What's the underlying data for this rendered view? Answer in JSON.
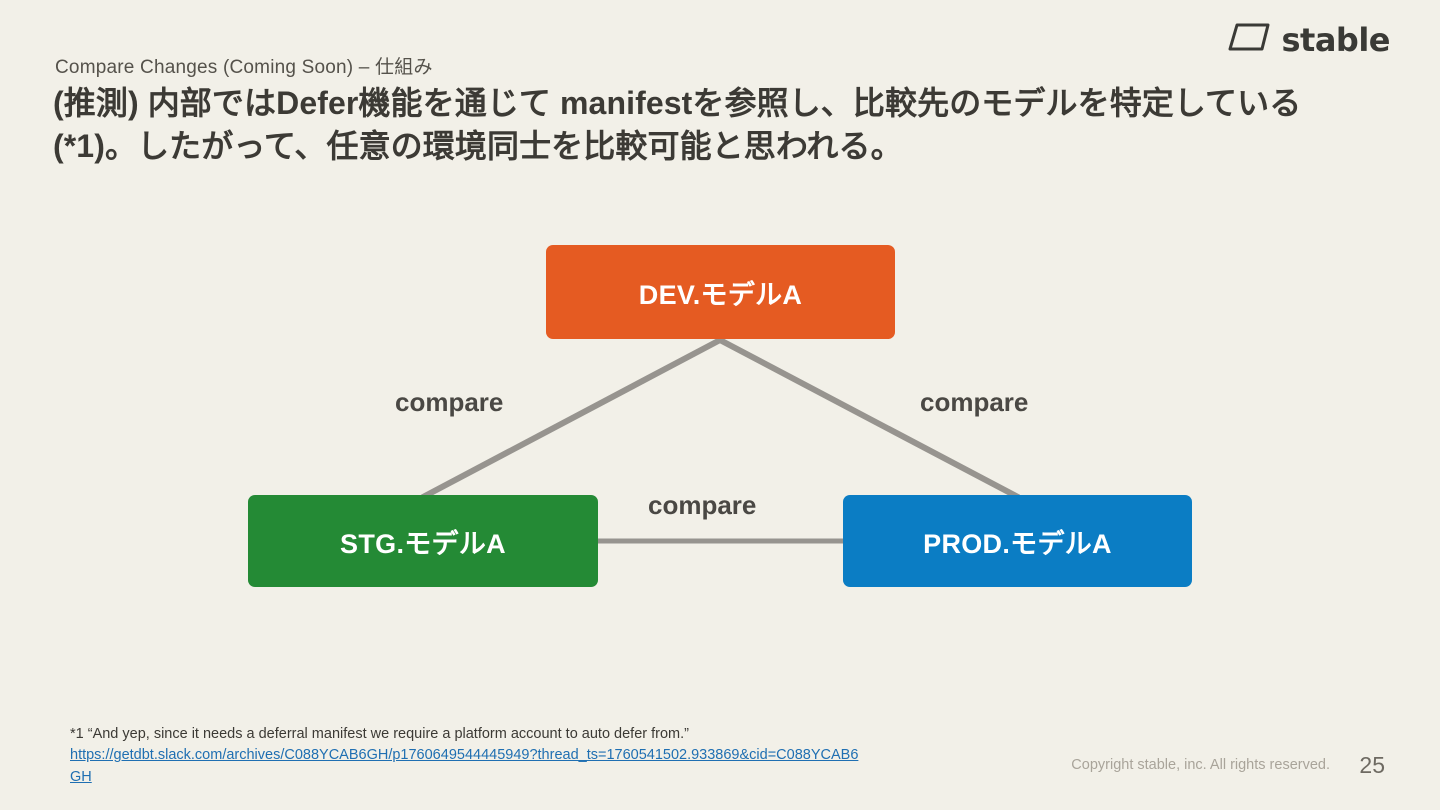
{
  "brand": {
    "logo_text": "stable",
    "logo_mark": "trapezoid-icon"
  },
  "header": {
    "kicker": "Compare Changes (Coming Soon) – 仕組み",
    "headline": "(推測) 内部ではDefer機能を通じて manifestを参照し、比較先のモデルを特定している(*1)。したがって、任意の環境同士を比較可能と思われる。"
  },
  "diagram": {
    "type": "node-graph",
    "nodes": [
      {
        "id": "dev",
        "label": "DEV.モデルA",
        "color": "#E55B22"
      },
      {
        "id": "stg",
        "label": "STG.モデルA",
        "color": "#248A35"
      },
      {
        "id": "prod",
        "label": "PROD.モデルA",
        "color": "#0B7DC4"
      }
    ],
    "edges": [
      {
        "from": "dev",
        "to": "stg",
        "label": "compare"
      },
      {
        "from": "dev",
        "to": "prod",
        "label": "compare"
      },
      {
        "from": "stg",
        "to": "prod",
        "label": "compare"
      }
    ],
    "edge_color": "#97948F"
  },
  "footnote": {
    "text": "*1 “And yep, since it needs a deferral manifest we require a platform account to auto defer from.”",
    "url": "https://getdbt.slack.com/archives/C088YCAB6GH/p1760649544445949?thread_ts=1760541502.933869&cid=C088YCAB6GH"
  },
  "footer": {
    "copyright": "Copyright stable, inc. All rights reserved.",
    "page_number": "25"
  }
}
